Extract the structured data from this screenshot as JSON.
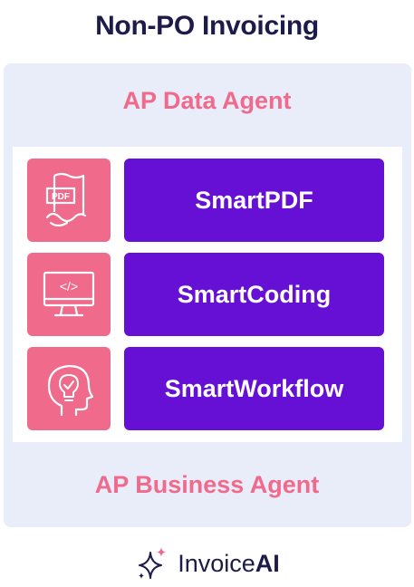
{
  "title": "Non-PO Invoicing",
  "top_agent": "AP Data Agent",
  "bottom_agent": "AP Business Agent",
  "modules": [
    {
      "label": "SmartPDF",
      "icon": "pdf-document-icon"
    },
    {
      "label": "SmartCoding",
      "icon": "code-monitor-icon"
    },
    {
      "label": "SmartWorkflow",
      "icon": "head-lightbulb-icon"
    }
  ],
  "logo": {
    "text_regular": "Invoice",
    "text_bold": "AI",
    "icon": "sparkle-icon"
  },
  "pdf_badge": "PDF",
  "code_symbol": "</>",
  "colors": {
    "title": "#1c1b4a",
    "accent_pink": "#f06a8c",
    "module_purple": "#6610d6",
    "panel_bg": "#e9ecf9"
  }
}
